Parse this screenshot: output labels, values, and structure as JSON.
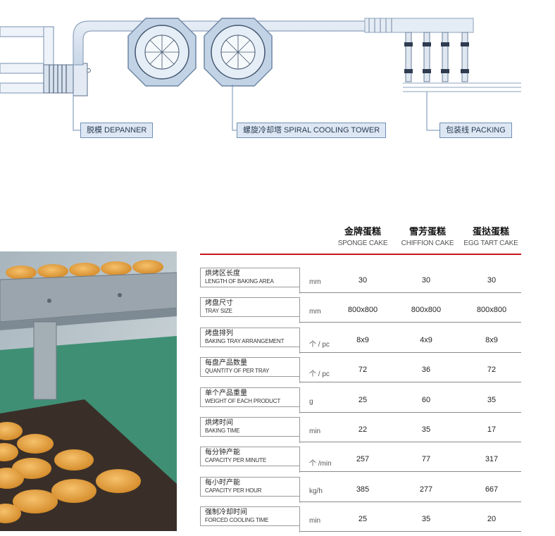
{
  "diagram": {
    "callouts": {
      "depanner": "脱模  DEPANNER",
      "spiral": "螺旋冷却塔  SPIRAL COOLING TOWER",
      "packing": "包装线  PACKING"
    }
  },
  "photo": {
    "subject": "baked cakes on trays moving along a conveyor"
  },
  "table": {
    "columns": [
      {
        "cn": "金牌蛋糕",
        "en": "SPONGE CAKE"
      },
      {
        "cn": "雪芳蛋糕",
        "en": "CHIFFION CAKE"
      },
      {
        "cn": "蛋挞蛋糕",
        "en": "EGG TART CAKE"
      }
    ],
    "rows": [
      {
        "cn": "烘烤区长度",
        "en": "LENGTH OF BAKING AREA",
        "unit": "mm",
        "values": [
          "30",
          "30",
          "30"
        ]
      },
      {
        "cn": "烤盘尺寸",
        "en": "TRAY SIZE",
        "unit": "mm",
        "values": [
          "800x800",
          "800x800",
          "800x800"
        ]
      },
      {
        "cn": "烤盘排列",
        "en": "BAKING TRAY ARRANGEMENT",
        "unit": "个 / pc",
        "values": [
          "8x9",
          "4x9",
          "8x9"
        ]
      },
      {
        "cn": "每盘产品数量",
        "en": "QUANTITY OF PER TRAY",
        "unit": "个 / pc",
        "values": [
          "72",
          "36",
          "72"
        ]
      },
      {
        "cn": "单个产品重量",
        "en": "WEIGHT OF EACH PRODUCT",
        "unit": "g",
        "values": [
          "25",
          "60",
          "35"
        ]
      },
      {
        "cn": "烘烤时间",
        "en": "BAKING TIME",
        "unit": "min",
        "values": [
          "22",
          "35",
          "17"
        ]
      },
      {
        "cn": "每分钟产能",
        "en": "CAPACITY PER MINUTE",
        "unit": "个 /min",
        "values": [
          "257",
          "77",
          "317"
        ]
      },
      {
        "cn": "每小时产能",
        "en": "CAPACITY PER HOUR",
        "unit": "kg/h",
        "values": [
          "385",
          "277",
          "667"
        ]
      },
      {
        "cn": "强制冷却时间",
        "en": "FORCED COOLING TIME",
        "unit": "min",
        "values": [
          "25",
          "35",
          "20"
        ]
      }
    ]
  }
}
